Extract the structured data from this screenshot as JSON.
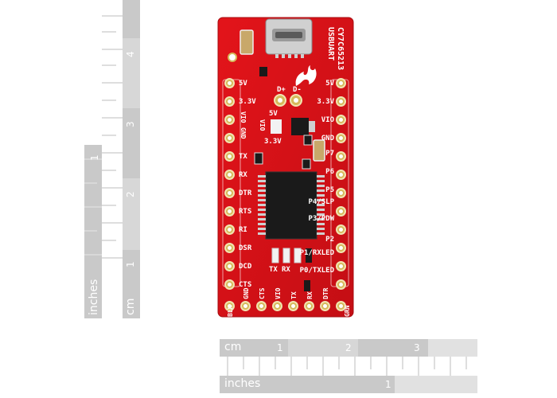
{
  "board": {
    "title_line1": "CY7C65213",
    "title_line2": "USBUART",
    "left_pins": [
      "5V",
      "3.3V",
      "VIO",
      "GND",
      "TX",
      "RX",
      "DTR",
      "RTS",
      "RI",
      "DSR",
      "DCD",
      "CTS"
    ],
    "right_pins": [
      "5V",
      "3.3V",
      "VIO",
      "GND",
      "P7",
      "P6",
      "P5",
      "P4/SLP",
      "P3/PDW",
      "P2",
      "P1/RXLED",
      "P0/TXLED"
    ],
    "bottom_pins": [
      "BLK",
      "GND",
      "CTS",
      "VIO",
      "TX",
      "RX",
      "DTR",
      "GRN"
    ],
    "jumper_top": "5V",
    "jumper_mid": "VIO",
    "jumper_bot": "3.3V",
    "dplus": "D+",
    "dminus": "D-",
    "led_tx": "TX",
    "led_rx": "RX"
  },
  "ruler_left": {
    "units_inches": "inches",
    "units_cm": "cm",
    "inch_numbers": [
      "1"
    ],
    "cm_numbers": [
      "4",
      "3",
      "2",
      "1"
    ]
  },
  "ruler_bottom": {
    "units_cm": "cm",
    "units_inches": "inches",
    "cm_numbers": [
      "1",
      "2",
      "3"
    ],
    "inch_numbers": [
      "1"
    ]
  }
}
